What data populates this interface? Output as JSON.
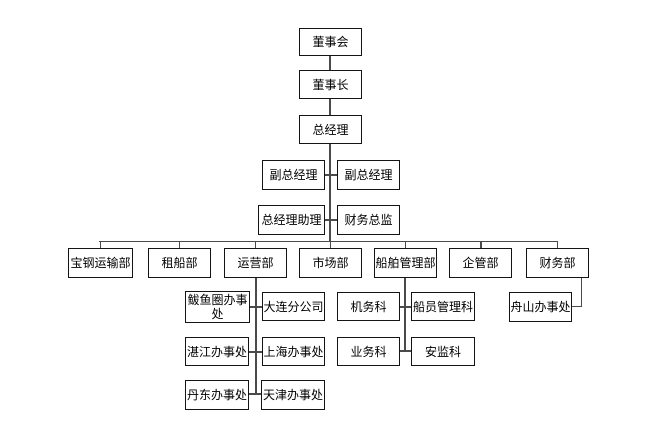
{
  "diagram": {
    "type": "org-chart",
    "background_color": "#ffffff",
    "box_border_color": "#141414",
    "connector_color": "#4a4a4a",
    "nodes": {
      "board": "董事会",
      "chairman": "董事长",
      "general_manager": "总经理",
      "deputy_gm_1": "副总经理",
      "deputy_gm_2": "副总经理",
      "gm_assistant": "总经理助理",
      "finance_director": "财务总监",
      "baosteel_transport_dept": "宝钢运输部",
      "chartering_dept": "租船部",
      "operations_dept": "运营部",
      "marketing_dept": "市场部",
      "ship_management_dept": "船舶管理部",
      "enterprise_management_dept": "企管部",
      "finance_dept": "财务部",
      "bayuquan_office": "鲅鱼圈办事处",
      "dalian_branch": "大连分公司",
      "zhanjiang_office": "湛江办事处",
      "shanghai_office": "上海办事处",
      "dandong_office": "丹东办事处",
      "tianjin_office": "天津办事处",
      "engineering_section": "机务科",
      "crew_management_section": "船员管理科",
      "business_section": "业务科",
      "safety_supervision_section": "安监科",
      "zhoushan_office": "舟山办事处"
    },
    "hierarchy": [
      {
        "parent": "董事会",
        "children": [
          "董事长"
        ]
      },
      {
        "parent": "董事长",
        "children": [
          "总经理"
        ]
      },
      {
        "parent": "总经理",
        "children": [
          "副总经理",
          "副总经理",
          "总经理助理",
          "财务总监",
          "宝钢运输部",
          "租船部",
          "运营部",
          "市场部",
          "船舶管理部",
          "企管部",
          "财务部"
        ]
      },
      {
        "parent": "运营部",
        "children": [
          "鲅鱼圈办事处",
          "大连分公司",
          "湛江办事处",
          "上海办事处",
          "丹东办事处",
          "天津办事处"
        ]
      },
      {
        "parent": "船舶管理部",
        "children": [
          "机务科",
          "船员管理科",
          "业务科",
          "安监科"
        ]
      },
      {
        "parent": "财务部",
        "children": [
          "舟山办事处"
        ]
      }
    ]
  }
}
